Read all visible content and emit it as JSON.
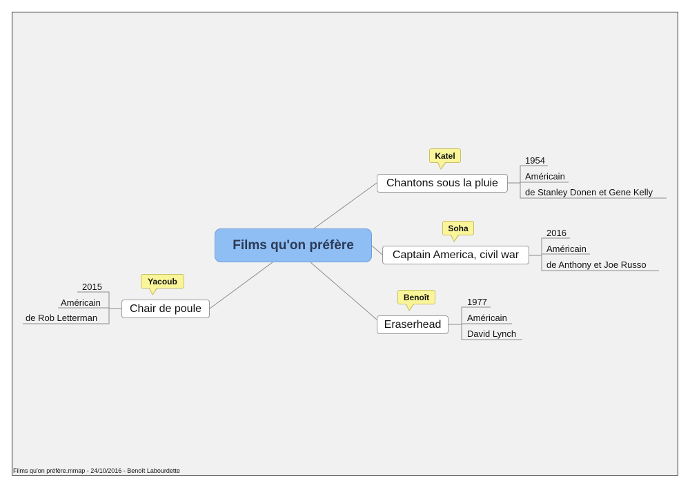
{
  "map": {
    "central_title": "Films qu'on préfère",
    "footer": "Films qu'on préfère.mmap - 24/10/2016 - Benoît Labourdette",
    "films": [
      {
        "title": "Chantons sous la pluie",
        "author": "Katel",
        "year": "1954",
        "origin": "Américain",
        "director": "de Stanley Donen et Gene Kelly"
      },
      {
        "title": "Captain America, civil war",
        "author": "Soha",
        "year": "2016",
        "origin": "Américain",
        "director": "de Anthony et Joe Russo"
      },
      {
        "title": "Eraserhead",
        "author": "Benoît",
        "year": "1977",
        "origin": "Américain",
        "director": "David Lynch"
      },
      {
        "title": "Chair de poule",
        "author": "Yacoub",
        "year": "2015",
        "origin": "Américain",
        "director": "de Rob Letterman"
      }
    ]
  }
}
